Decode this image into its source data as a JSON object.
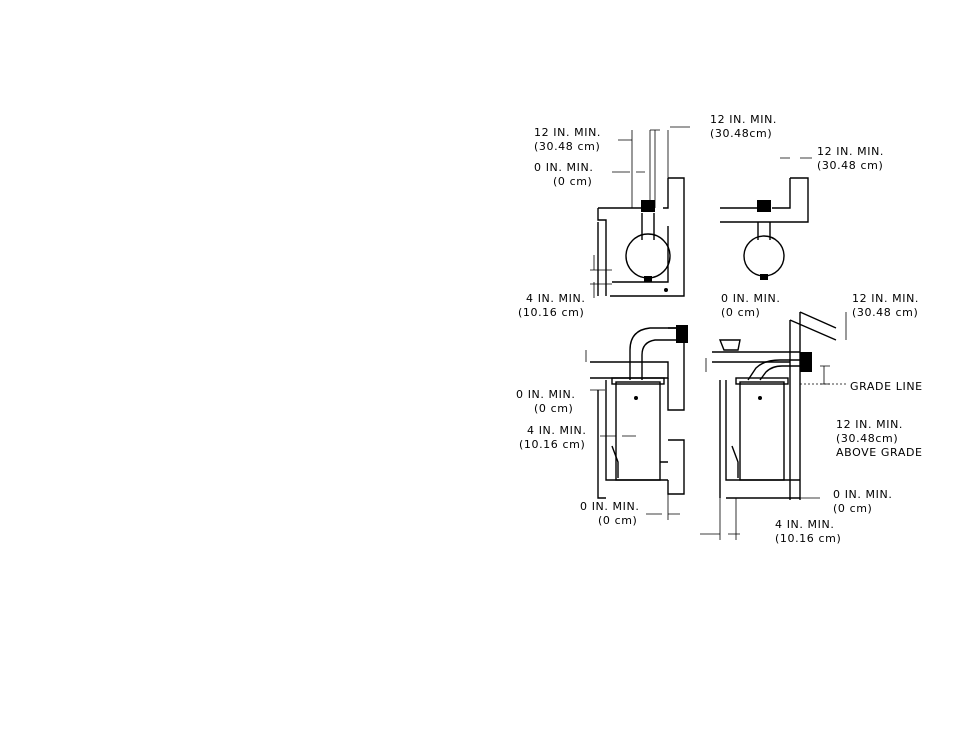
{
  "labels": {
    "tl_top_right_a": "12 IN. MIN.",
    "tl_top_right_b": "(30.48cm)",
    "tl_left_a": "12 IN. MIN.",
    "tl_left_b": "(30.48 cm)",
    "tl_zero_a": "0 IN. MIN.",
    "tl_zero_b": "(0 cm)",
    "tr_right_a": "12 IN. MIN.",
    "tr_right_b": "(30.48 cm)",
    "tl_bottom_a": "4 IN. MIN.",
    "tl_bottom_b": "(10.16 cm)",
    "br_zero_a": "0 IN. MIN.",
    "br_zero_b": "(0 cm)",
    "br_right_a": "12 IN. MIN.",
    "br_right_b": "(30.48 cm)",
    "grade_line": "GRADE LINE",
    "bl_zero_a": "0 IN. MIN.",
    "bl_zero_b": "(0 cm)",
    "above_grade_a": "12 IN. MIN.",
    "above_grade_b": "(30.48cm)",
    "above_grade_c": "ABOVE GRADE",
    "bl_four_a": "4 IN. MIN.",
    "bl_four_b": "(10.16 cm)",
    "bottom_zero_left_a": "0 IN. MIN.",
    "bottom_zero_left_b": "(0 cm)",
    "bottom_zero_right_a": "0 IN. MIN.",
    "bottom_zero_right_b": "(0 cm)",
    "bottom_four_a": "4 IN. MIN.",
    "bottom_four_b": "(10.16 cm)"
  }
}
